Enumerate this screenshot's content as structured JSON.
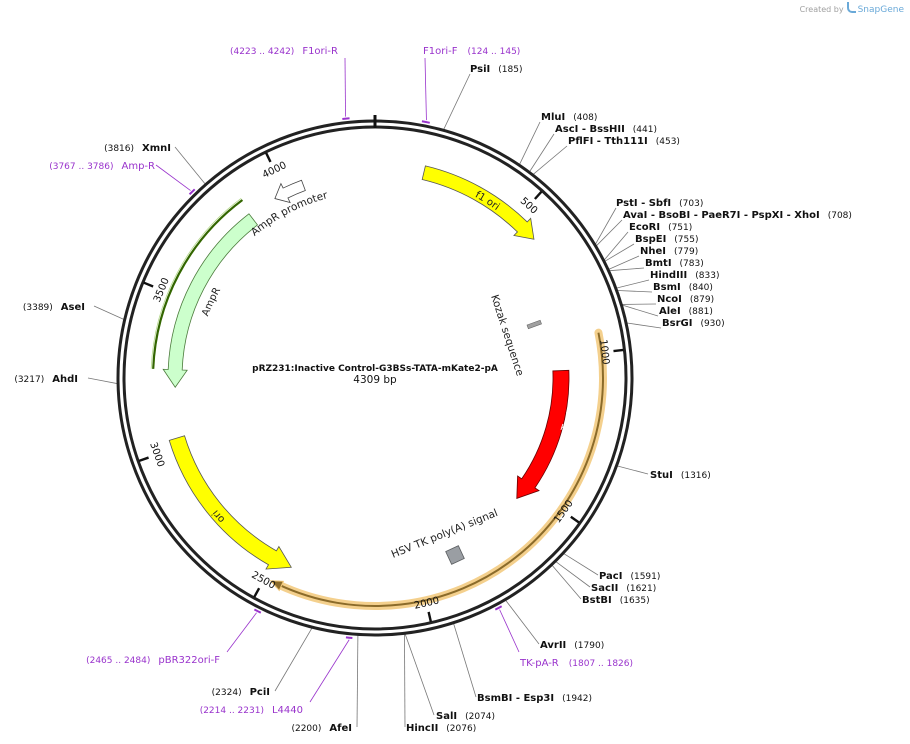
{
  "credit": {
    "prefix": "Created by",
    "brand": "SnapGene"
  },
  "plasmid": {
    "name": "pRZ231:Inactive Control-G3BSs-TATA-mKate2-pA",
    "length_label": "4309 bp",
    "length": 4309
  },
  "colors": {
    "backbone": "#222222",
    "primer": "#9933cc",
    "leader": "#777777",
    "ori": "#ffff00",
    "ampr": "#ccffcc",
    "ampr_edge": "#336600",
    "tagrfp": "#ff0000",
    "mkate": "#f2c879",
    "mkate_line": "#8b6b2a",
    "grey_feature": "#9a9ea3",
    "kozak": "#a0a0a0"
  },
  "ticks": [
    {
      "pos": 500,
      "label": "500"
    },
    {
      "pos": 1000,
      "label": "1000"
    },
    {
      "pos": 1500,
      "label": "1500"
    },
    {
      "pos": 2000,
      "label": "2000"
    },
    {
      "pos": 2500,
      "label": "2500"
    },
    {
      "pos": 3000,
      "label": "3000"
    },
    {
      "pos": 3500,
      "label": "3500"
    },
    {
      "pos": 4000,
      "label": "4000"
    }
  ],
  "features": [
    {
      "key": "f1ori",
      "label": "f1 ori",
      "start": 160,
      "end": 585,
      "dir": 1,
      "ring": 1,
      "color": "yellow"
    },
    {
      "key": "tagrfp",
      "label": "TagRFP",
      "start": 1050,
      "end": 1560,
      "dir": 1,
      "ring": 1,
      "color": "red"
    },
    {
      "key": "mkate",
      "label": "",
      "start": 940,
      "end": 2480,
      "dir": 1,
      "ring": 0,
      "color": "mkate"
    },
    {
      "key": "ori",
      "label": "ori",
      "start": 2440,
      "end": 3030,
      "dir": -1,
      "ring": 1,
      "color": "yellow"
    },
    {
      "key": "ampr",
      "label": "AmpR",
      "start": 3200,
      "end": 3860,
      "dir": -1,
      "ring": 1,
      "color": "ampr"
    },
    {
      "key": "amprpromoter",
      "label": "AmpR promoter",
      "start": 3960,
      "end": 4065,
      "dir": -1,
      "ring": 1,
      "color": "white"
    },
    {
      "key": "amprline",
      "label": "",
      "start": 3260,
      "end": 3870,
      "dir": -1,
      "ring": 0,
      "color": "line"
    }
  ],
  "feature_labels": {
    "f1ori": "f1 ori",
    "tagrfp": "TagRFP",
    "ori": "ori",
    "ampr": "AmpR",
    "amprpromoter": "AmpR promoter",
    "kozak": "Kozak sequence",
    "hsv": "HSV TK poly(A) signal"
  },
  "enzymes": [
    {
      "name": "PsiI",
      "pos": 185,
      "label": "(185)"
    },
    {
      "name": "MluI",
      "pos": 408,
      "label": "(408)"
    },
    {
      "name": "AscI   - BssHII",
      "pos": 441,
      "label": "(441)"
    },
    {
      "name": "PflFI   - Tth111I",
      "pos": 453,
      "label": "(453)"
    },
    {
      "name": "PstI   - SbfI",
      "pos": 703,
      "label": "(703)"
    },
    {
      "name": "AvaI   - BsoBI   - PaeR7I   - PspXI   - XhoI",
      "pos": 708,
      "label": "(708)"
    },
    {
      "name": "EcoRI",
      "pos": 751,
      "label": "(751)"
    },
    {
      "name": "BspEI",
      "pos": 755,
      "label": "(755)"
    },
    {
      "name": "NheI",
      "pos": 779,
      "label": "(779)"
    },
    {
      "name": "BmtI",
      "pos": 783,
      "label": "(783)"
    },
    {
      "name": "HindIII",
      "pos": 833,
      "label": "(833)"
    },
    {
      "name": "BsmI",
      "pos": 840,
      "label": "(840)"
    },
    {
      "name": "NcoI",
      "pos": 879,
      "label": "(879)"
    },
    {
      "name": "AleI",
      "pos": 881,
      "label": "(881)"
    },
    {
      "name": "BsrGI",
      "pos": 930,
      "label": "(930)"
    },
    {
      "name": "StuI",
      "pos": 1316,
      "label": "(1316)"
    },
    {
      "name": "PacI",
      "pos": 1591,
      "label": "(1591)"
    },
    {
      "name": "SacII",
      "pos": 1621,
      "label": "(1621)"
    },
    {
      "name": "BstBI",
      "pos": 1635,
      "label": "(1635)"
    },
    {
      "name": "AvrII",
      "pos": 1790,
      "label": "(1790)"
    },
    {
      "name": "BsmBI   - Esp3I",
      "pos": 1942,
      "label": "(1942)"
    },
    {
      "name": "SalI",
      "pos": 2074,
      "label": "(2074)"
    },
    {
      "name": "HincII",
      "pos": 2076,
      "label": "(2076)"
    },
    {
      "name": "AfeI",
      "pos": 2200,
      "label": "(2200)"
    },
    {
      "name": "PciI",
      "pos": 2324,
      "label": "(2324)"
    },
    {
      "name": "AhdI",
      "pos": 3217,
      "label": "(3217)"
    },
    {
      "name": "AseI",
      "pos": 3389,
      "label": "(3389)"
    },
    {
      "name": "XmnI",
      "pos": 3816,
      "label": "(3816)"
    }
  ],
  "primers": [
    {
      "name": "F1ori-R",
      "range": "(4223 .. 4242)",
      "pos": 4232
    },
    {
      "name": "F1ori-F",
      "range": "(124 .. 145)",
      "pos": 135
    },
    {
      "name": "Amp-R",
      "range": "(3767 .. 3786)",
      "pos": 3776
    },
    {
      "name": "TK-pA-R",
      "range": "(1807 .. 1826)",
      "pos": 1816
    },
    {
      "name": "pBR322ori-F",
      "range": "(2465 .. 2484)",
      "pos": 2475
    },
    {
      "name": "L4440",
      "range": "(2214 .. 2231)",
      "pos": 2222
    }
  ]
}
